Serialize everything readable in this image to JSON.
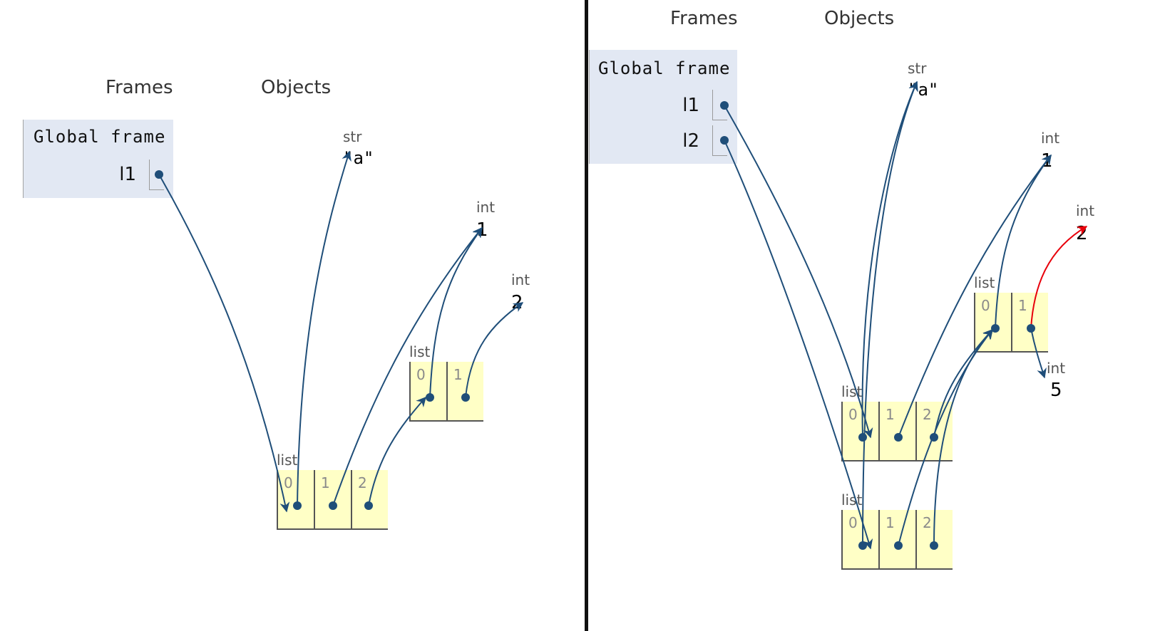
{
  "left": {
    "headers": {
      "frames": "Frames",
      "objects": "Objects"
    },
    "frame": {
      "title": "Global frame",
      "vars": [
        "l1"
      ]
    },
    "objects": {
      "str": {
        "type": "str",
        "value": "\"a\""
      },
      "int1": {
        "type": "int",
        "value": "1"
      },
      "int2": {
        "type": "int",
        "value": "2"
      },
      "outer_list": {
        "type": "list",
        "indices": [
          "0",
          "1",
          "2"
        ]
      },
      "inner_list": {
        "type": "list",
        "indices": [
          "0",
          "1"
        ]
      }
    }
  },
  "right": {
    "headers": {
      "frames": "Frames",
      "objects": "Objects"
    },
    "frame": {
      "title": "Global frame",
      "vars": [
        "l1",
        "l2"
      ]
    },
    "objects": {
      "str": {
        "type": "str",
        "value": "\"a\""
      },
      "int1": {
        "type": "int",
        "value": "1"
      },
      "int2": {
        "type": "int",
        "value": "2"
      },
      "int5": {
        "type": "int",
        "value": "5"
      },
      "inner_list": {
        "type": "list",
        "indices": [
          "0",
          "1"
        ]
      },
      "list_a": {
        "type": "list",
        "indices": [
          "0",
          "1",
          "2"
        ]
      },
      "list_b": {
        "type": "list",
        "indices": [
          "0",
          "1",
          "2"
        ]
      }
    }
  },
  "colors": {
    "arrow": "#1f4e79",
    "highlight_arrow": "#e8000b",
    "frame_bg": "#e2e8f3",
    "list_bg": "#ffffc6"
  }
}
